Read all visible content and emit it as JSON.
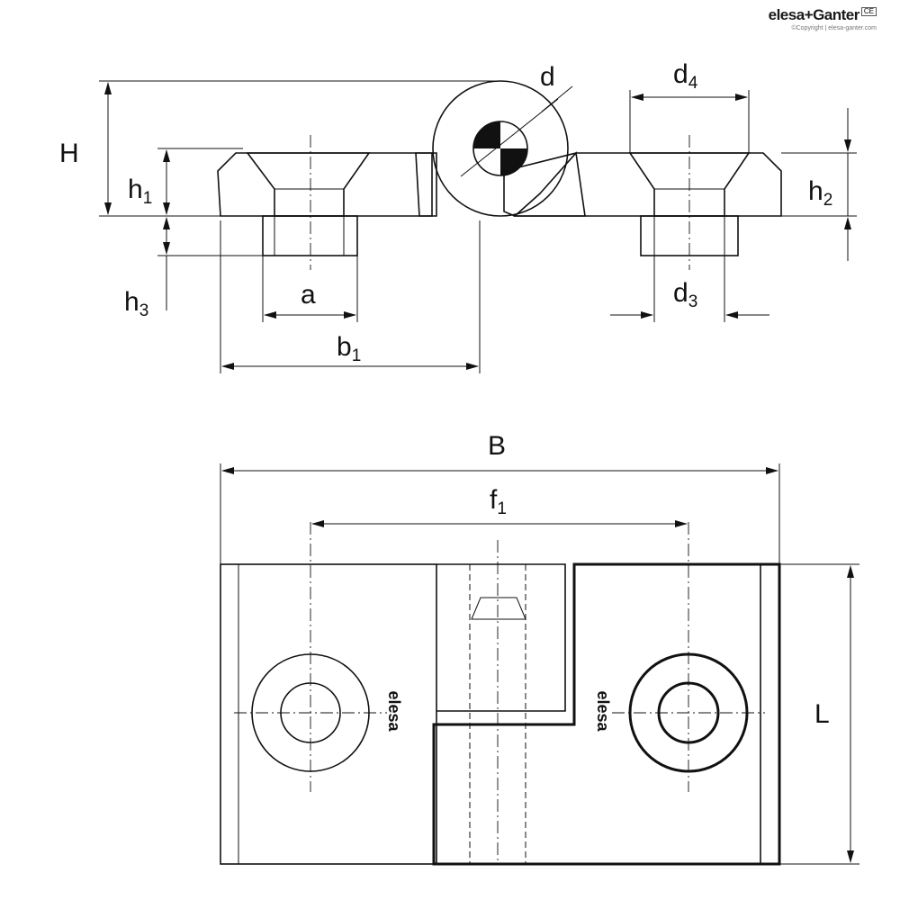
{
  "brand": {
    "name": "elesa+Ganter",
    "badge": "CE",
    "copyright": "©Copyright | elesa-ganter.com"
  },
  "dimensions": {
    "H": "H",
    "h1": "h",
    "h1_sub": "1",
    "h2": "h",
    "h2_sub": "2",
    "h3": "h",
    "h3_sub": "3",
    "d": "d",
    "d4": "d",
    "d4_sub": "4",
    "d3": "d",
    "d3_sub": "3",
    "a": "a",
    "b1": "b",
    "b1_sub": "1",
    "B": "B",
    "f1": "f",
    "f1_sub": "1",
    "L": "L"
  },
  "logo_text": "elesa"
}
